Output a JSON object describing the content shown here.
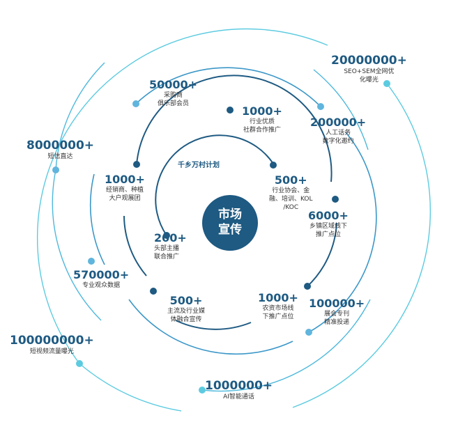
{
  "center": {
    "line1": "市场",
    "line2": "宣传"
  },
  "inner_title": "千乡万村计划",
  "items": {
    "i200": {
      "num": "200+",
      "desc1": "头部主播",
      "desc2": "联合推广"
    },
    "i500a": {
      "num": "500+",
      "desc1": "行业协会、金",
      "desc2": "融、培训、KOL",
      "desc3": "/KOC"
    },
    "i1000a": {
      "num": "1000+",
      "desc1": "行业优质",
      "desc2": "社群合作推广"
    },
    "i1000b": {
      "num": "1000+",
      "desc1": "经销商、种植",
      "desc2": "大户观展团"
    },
    "i6000": {
      "num": "6000+",
      "desc1": "乡镇区域线下",
      "desc2": "推广点位"
    },
    "i500b": {
      "num": "500+",
      "desc1": "主流及行业媒",
      "desc2": "体融合宣传"
    },
    "i1000c": {
      "num": "1000+",
      "desc1": "农资市场线",
      "desc2": "下推广点位"
    },
    "i50000": {
      "num": "50000+",
      "desc1": "采购商",
      "desc2": "俱乐部会员"
    },
    "i200000": {
      "num": "200000+",
      "desc1": "人工话务",
      "desc2": "数字化邀约"
    },
    "i570000": {
      "num": "570000+",
      "desc1": "专业观众数据"
    },
    "i100000": {
      "num": "100000+",
      "desc1": "展会专刊",
      "desc2": "精准投递"
    },
    "i8000000": {
      "num": "8000000+",
      "desc1": "短信直达"
    },
    "i20000000": {
      "num": "20000000+",
      "desc1": "SEO+SEM全网优",
      "desc2": "化曝光"
    },
    "i100000000": {
      "num": "100000000+",
      "desc1": "短视频流量曝光"
    },
    "i1000000": {
      "num": "1000000+",
      "desc1": "AI智能通话"
    }
  },
  "colors": {
    "ring1": "#1e5a82",
    "ring2": "#2479a6",
    "ring3": "#3b97c8",
    "ring4": "#4db8dc",
    "ring5": "#5ccbe0",
    "center": "#1e5a82",
    "number_text": "#1e5a82",
    "desc_text": "#333333"
  }
}
